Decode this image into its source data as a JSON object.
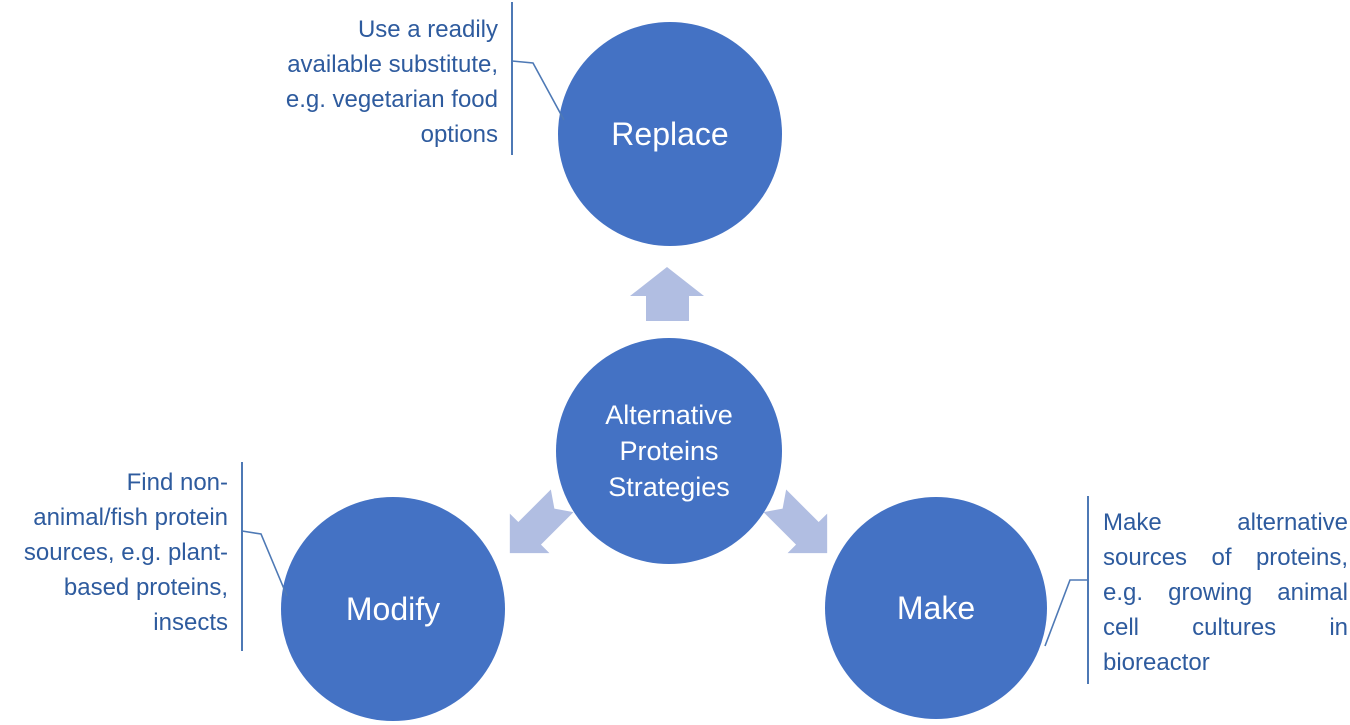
{
  "diagram": {
    "title": "Alternative Proteins Strategies",
    "type": "radial-diverging"
  },
  "colors": {
    "circle_fill": "#4472C4",
    "arrow_fill": "#B1BEE2",
    "annotation_text": "#2E5B9E",
    "connector": "#4E79B5",
    "circle_text": "#FFFFFF",
    "background": "#FFFFFF"
  },
  "center": {
    "label": "Alternative\nProteins\nStrategies"
  },
  "nodes": [
    {
      "id": "replace",
      "label": "Replace"
    },
    {
      "id": "modify",
      "label": "Modify"
    },
    {
      "id": "make",
      "label": "Make"
    }
  ],
  "annotations": {
    "replace": {
      "lines": [
        "Use a readily",
        "available substitute,",
        "e.g. vegetarian food",
        "options"
      ]
    },
    "modify": {
      "lines": [
        "Find non-",
        "animal/fish protein",
        "sources, e.g. plant-",
        "based proteins,",
        "insects"
      ]
    },
    "make": {
      "lines": [
        "Make alternative",
        "sources of proteins,",
        "e.g. growing animal",
        "cell cultures in",
        "bioreactor"
      ]
    }
  }
}
